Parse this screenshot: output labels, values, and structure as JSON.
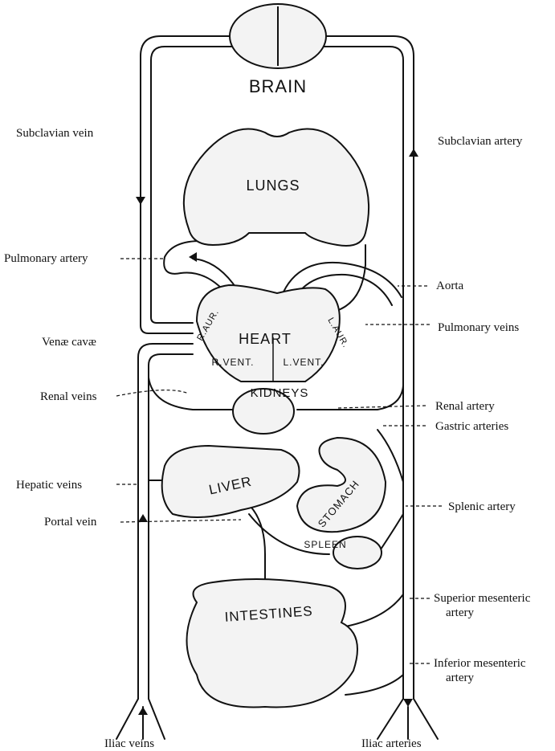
{
  "organs": {
    "brain": "BRAIN",
    "lungs": "LUNGS",
    "heart": "HEART",
    "r_aur": "R.AUR.",
    "l_aur": "L.AUR.",
    "r_vent": "R.VENT.",
    "l_vent": "L.VENT.",
    "kidneys": "KIDNEYS",
    "liver": "LIVER",
    "stomach": "STOMACH",
    "spleen": "SPLEEN",
    "intestines": "INTESTINES"
  },
  "labels": {
    "subclavian_vein": "Subclavian vein",
    "subclavian_artery": "Subclavian artery",
    "pulmonary_artery": "Pulmonary artery",
    "aorta": "Aorta",
    "pulmonary_veins": "Pulmonary veins",
    "venae_cavae": "Venæ cavæ",
    "renal_veins": "Renal veins",
    "renal_artery": "Renal artery",
    "gastric_arteries": "Gastric arteries",
    "hepatic_veins": "Hepatic veins",
    "portal_vein": "Portal vein",
    "splenic_artery": "Splenic artery",
    "superior_mesenteric_1": "Superior mesenteric",
    "superior_mesenteric_2": "artery",
    "inferior_mesenteric_1": "Inferior mesenteric",
    "inferior_mesenteric_2": "artery",
    "iliac_veins": "Iliac veins",
    "iliac_arteries": "Iliac arteries"
  }
}
